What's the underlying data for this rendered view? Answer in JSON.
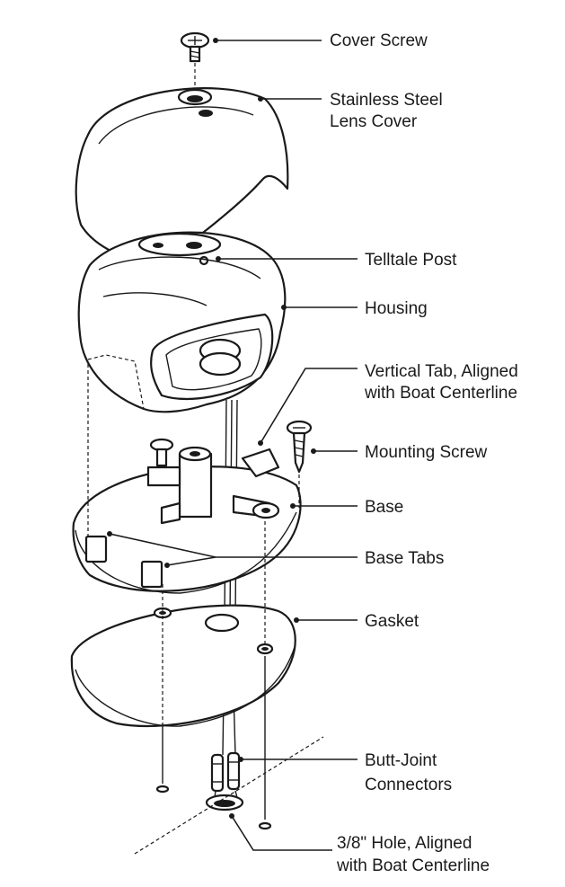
{
  "labels": {
    "cover_screw": "Cover Screw",
    "lens_cover_1": "Stainless Steel",
    "lens_cover_2": "Lens Cover",
    "telltale_post": "Telltale Post",
    "housing": "Housing",
    "vertical_tab_1": "Vertical Tab, Aligned",
    "vertical_tab_2": "with Boat Centerline",
    "mounting_screw": "Mounting Screw",
    "base": "Base",
    "base_tabs": "Base Tabs",
    "gasket": "Gasket",
    "butt_joint_1": "Butt-Joint",
    "butt_joint_2": "Connectors",
    "hole_1": "3/8\" Hole, Aligned",
    "hole_2": "with Boat Centerline"
  },
  "colors": {
    "ink": "#1a1a1a",
    "paper": "#ffffff"
  }
}
